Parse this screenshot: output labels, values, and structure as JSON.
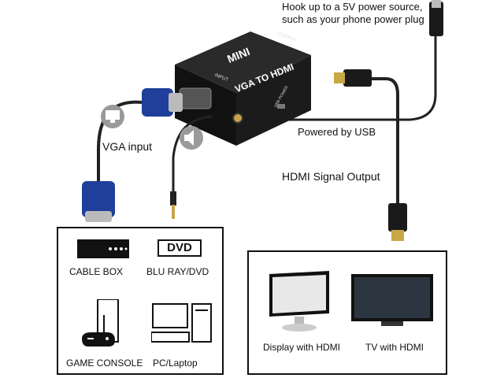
{
  "annotations": {
    "power_note_line1": "Hook up to a 5V power source,",
    "power_note_line2": "such as your phone power plug",
    "powered_by_usb": "Powered by USB",
    "vga_input": "VGA input",
    "hdmi_signal_output": "HDMI Signal Output"
  },
  "device": {
    "brand": "MINI",
    "model": "VGA TO HDMI",
    "port_input": "INPUT",
    "port_output": "OUTPUT",
    "port_usb": "USB POWER"
  },
  "sources": {
    "items": [
      {
        "label": "CABLE BOX"
      },
      {
        "label": "BLU RAY/DVD",
        "badge": "DVD"
      },
      {
        "label": "GAME CONSOLE"
      },
      {
        "label": "PC/Laptop"
      }
    ]
  },
  "outputs": {
    "items": [
      {
        "label": "Display with HDMI"
      },
      {
        "label": "TV with HDMI"
      }
    ]
  }
}
